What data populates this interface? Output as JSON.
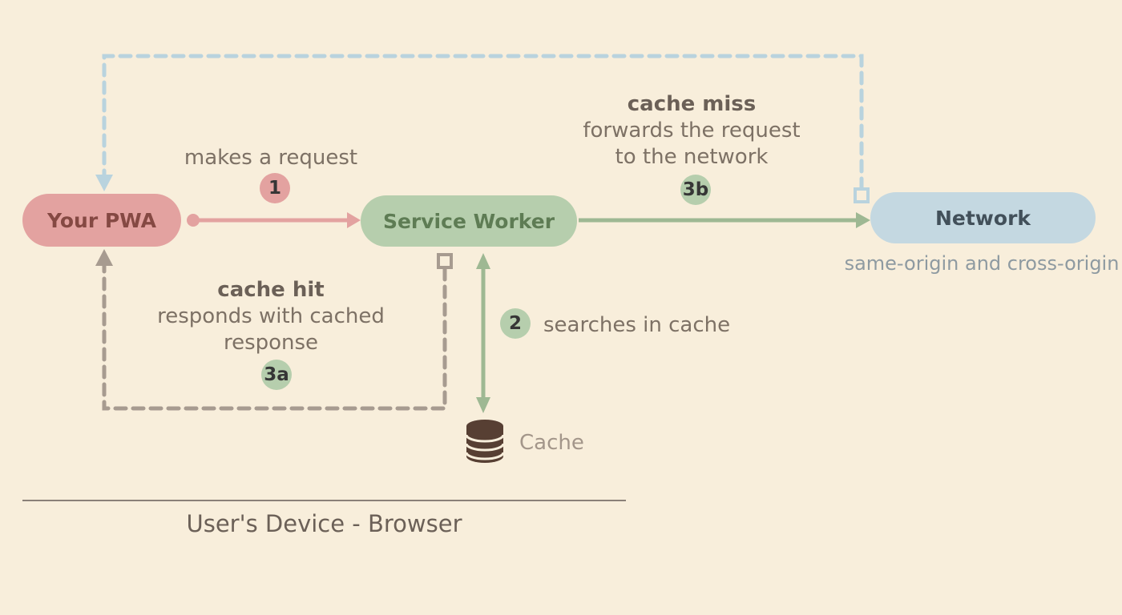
{
  "nodes": {
    "pwa": {
      "label": "Your PWA"
    },
    "service_worker": {
      "label": "Service Worker"
    },
    "network": {
      "label": "Network",
      "sublabel": "same-origin and cross-origin"
    }
  },
  "edges": {
    "request": {
      "badge": "1",
      "label": "makes a request"
    },
    "cache_miss": {
      "badge": "3b",
      "title": "cache miss",
      "lines": [
        "forwards the request",
        "to the network"
      ]
    },
    "cache_hit": {
      "badge": "3a",
      "title": "cache hit",
      "lines": [
        "responds with cached",
        "response"
      ]
    },
    "search_cache": {
      "badge": "2",
      "label": "searches in cache"
    }
  },
  "cache": {
    "label": "Cache"
  },
  "footer": {
    "label": "User's Device - Browser"
  },
  "colors": {
    "bg": "#f8eedb",
    "pink": "#e3a2a0",
    "pink-text": "#854943",
    "green-node": "#b6cead",
    "green-text": "#5e7c54",
    "green-arrow": "#9eb893",
    "blue-node": "#c4d8e1",
    "blue-dash": "#b9d3de",
    "network-text": "#42505a",
    "taupe": "#a79b90",
    "gray-text": "#7d7165",
    "dark-text": "#6b6057",
    "cache-brown": "#573f33",
    "cache-label": "#a3968a",
    "subtle-blue": "#8e9aa1",
    "line": "#8a8078"
  }
}
